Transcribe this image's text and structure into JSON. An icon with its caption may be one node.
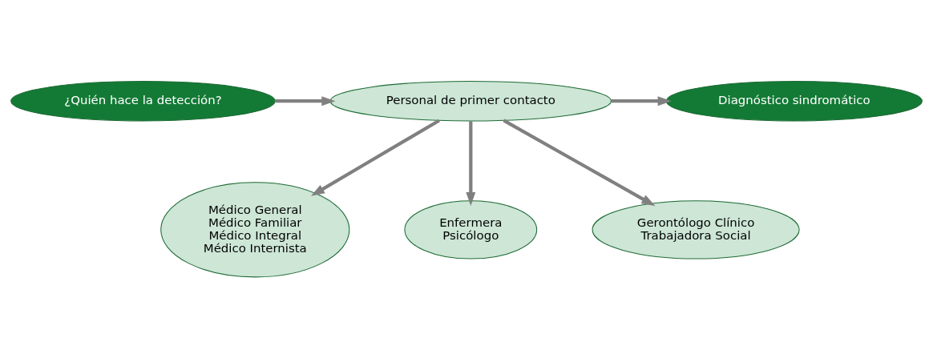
{
  "diagram": {
    "nodes": [
      {
        "text": [
          "¿Quién hace la detección?"
        ]
      },
      {
        "text": [
          "Personal de primer contacto"
        ]
      },
      {
        "text": [
          "Diagnóstico sindromático"
        ]
      },
      {
        "text": [
          "Médico General",
          "Médico Familiar",
          "Médico Integral",
          "Médico Internista"
        ]
      },
      {
        "text": [
          "Enfermera",
          "Psicólogo"
        ]
      },
      {
        "text": [
          "Gerontólogo Clínico",
          "Trabajadora Social"
        ]
      }
    ],
    "edges": [
      {
        "from": 0,
        "to": 1,
        "arrow": "to"
      },
      {
        "from": 1,
        "to": 2,
        "arrow": "to"
      },
      {
        "from": 1,
        "to": 3,
        "arrow": "to"
      },
      {
        "from": 1,
        "to": 4,
        "arrow": "to"
      },
      {
        "from": 1,
        "to": 5,
        "arrow": "to"
      }
    ]
  }
}
